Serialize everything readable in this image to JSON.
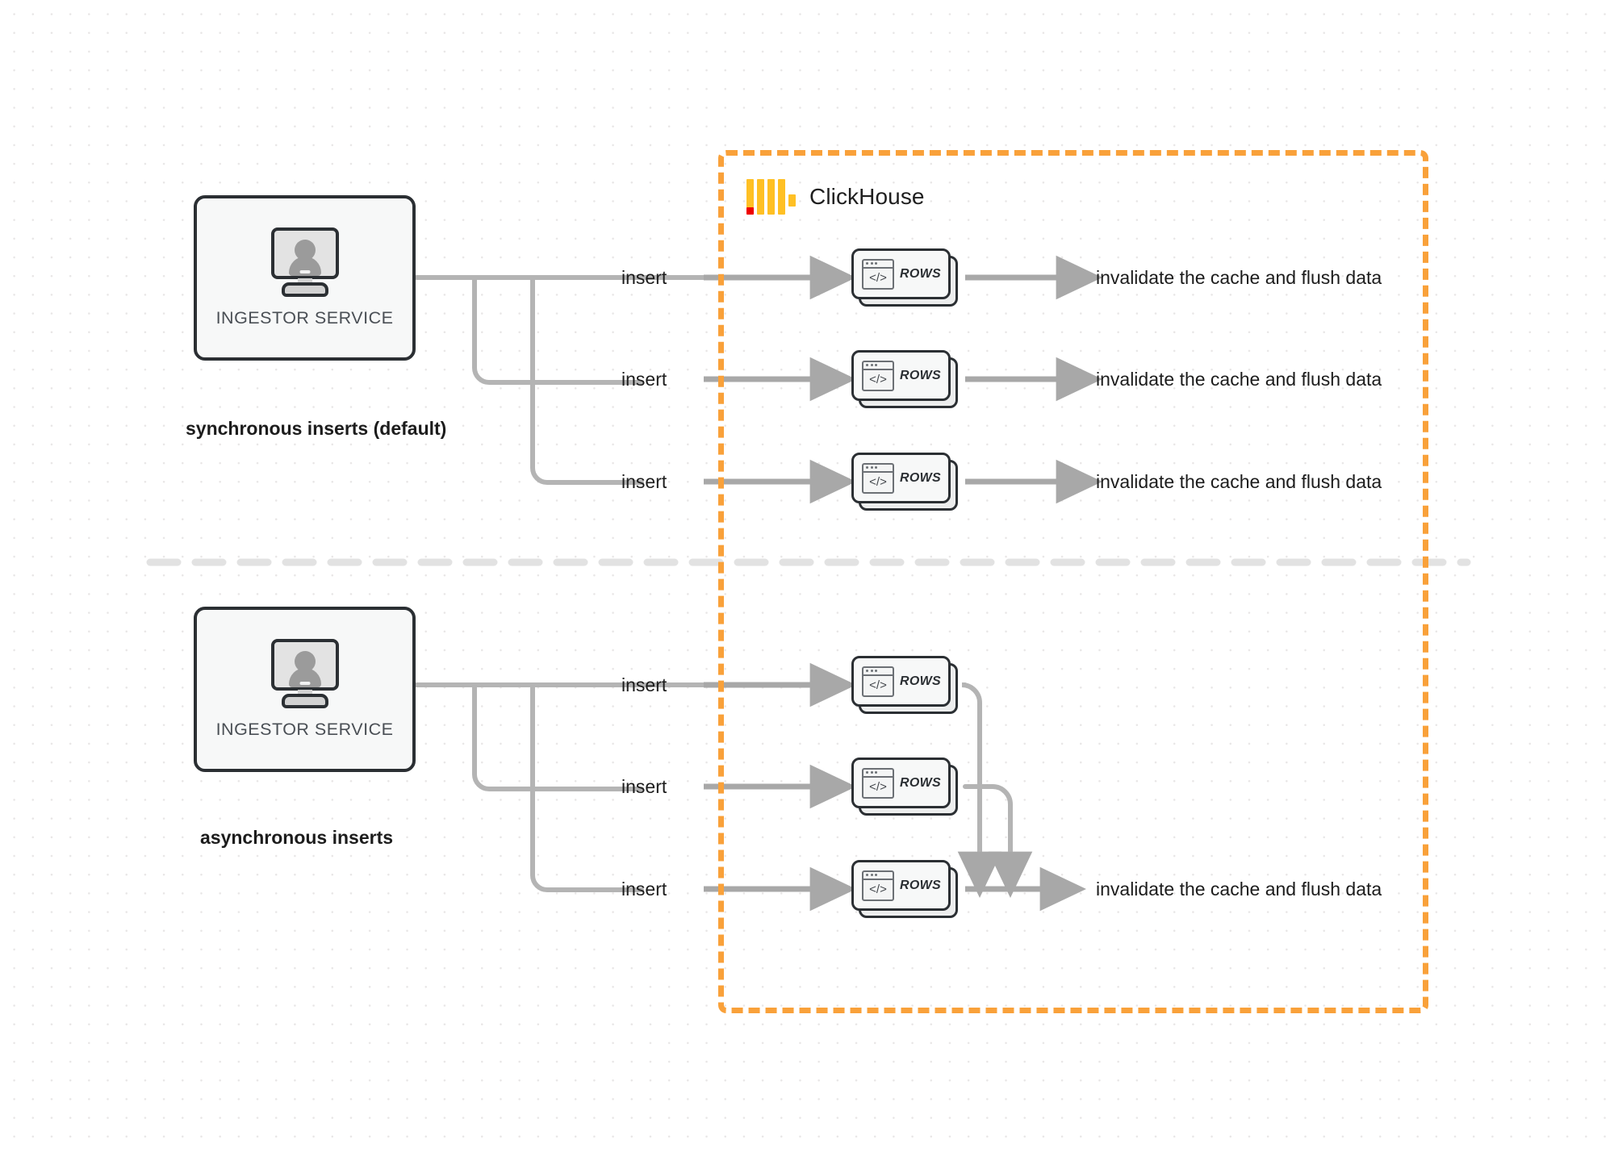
{
  "diagram": {
    "title": "ClickHouse synchronous vs asynchronous inserts",
    "background_color": "#ffffff",
    "accent_color": "#f9a13a",
    "connector_color": "#aaaaaa"
  },
  "clickhouse": {
    "brand_name": "ClickHouse",
    "logo_icon": "clickhouse-logo-icon",
    "border_style": "dashed",
    "border_color": "#f9a13a"
  },
  "sections": [
    {
      "id": "synchronous",
      "caption": "synchronous inserts (default)",
      "ingestor": {
        "label": "INGESTOR SERVICE",
        "icon": "monitor-user-icon"
      },
      "flows": [
        {
          "insert_label": "insert",
          "rows_label": "ROWS",
          "rows_icon": "code-window-icon",
          "output_label": "invalidate the cache and flush data"
        },
        {
          "insert_label": "insert",
          "rows_label": "ROWS",
          "rows_icon": "code-window-icon",
          "output_label": "invalidate the cache and flush data"
        },
        {
          "insert_label": "insert",
          "rows_label": "ROWS",
          "rows_icon": "code-window-icon",
          "output_label": "invalidate the cache and flush data"
        }
      ]
    },
    {
      "id": "asynchronous",
      "caption": "asynchronous inserts",
      "ingestor": {
        "label": "INGESTOR SERVICE",
        "icon": "monitor-user-icon"
      },
      "flows": [
        {
          "insert_label": "insert",
          "rows_label": "ROWS",
          "rows_icon": "code-window-icon",
          "output_label": ""
        },
        {
          "insert_label": "insert",
          "rows_label": "ROWS",
          "rows_icon": "code-window-icon",
          "output_label": ""
        },
        {
          "insert_label": "insert",
          "rows_label": "ROWS",
          "rows_icon": "code-window-icon",
          "output_label": "invalidate the cache and flush data"
        }
      ],
      "merged_output_label": "invalidate the cache and flush data"
    }
  ],
  "divider": {
    "style": "dashed",
    "color": "#e2e2e2"
  }
}
